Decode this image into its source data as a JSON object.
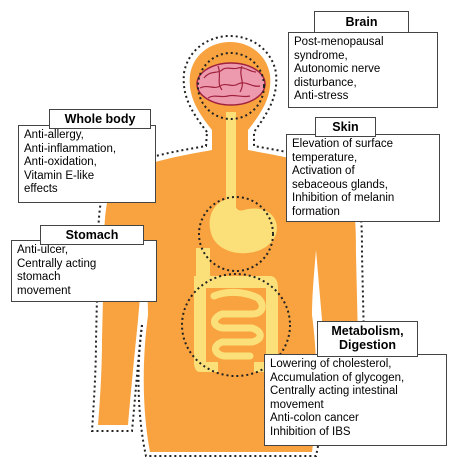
{
  "colors": {
    "body": "#f8a33f",
    "organ": "#fbe07a",
    "brain": "#ee9aae",
    "brain_outline": "#a0223f",
    "border": "#444444",
    "dotted": "#222222"
  },
  "callouts": {
    "brain": {
      "title": "Brain",
      "text": "Post-menopausal\nsyndrome,\nAutonomic nerve\ndisturbance,\nAnti-stress"
    },
    "whole_body": {
      "title": "Whole body",
      "text": "Anti-allergy,\nAnti-inflammation,\nAnti-oxidation,\nVitamin E-like\neffects"
    },
    "skin": {
      "title": "Skin",
      "text": "Elevation of surface\ntemperature,\nActivation of\nsebaceous glands,\nInhibition of melanin\nformation"
    },
    "stomach": {
      "title": "Stomach",
      "text": "Anti-ulcer,\nCentrally acting\nstomach\nmovement"
    },
    "metabolism": {
      "title": "Metabolism,\nDigestion",
      "text": "Lowering of cholesterol,\nAccumulation of glycogen,\nCentrally acting intestinal\nmovement\nAnti-colon cancer\nInhibition of IBS"
    }
  }
}
